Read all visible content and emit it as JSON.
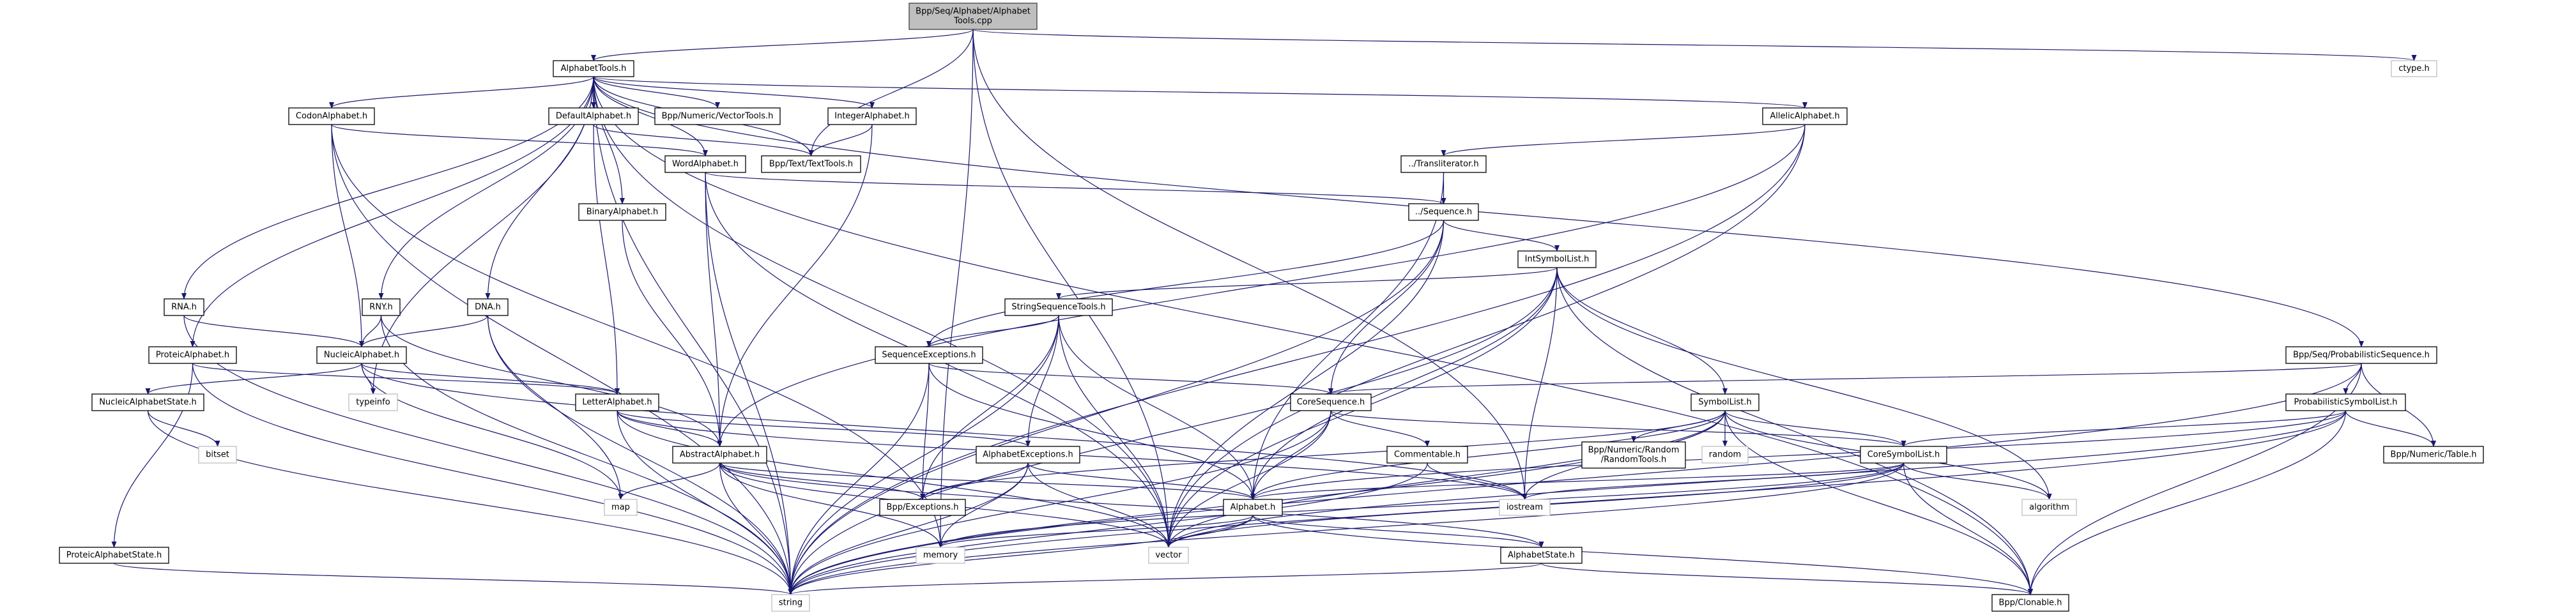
{
  "title": "Bpp/Seq/Alphabet/AlphabetTools.cpp include dependency graph",
  "colors": {
    "edge": "#191970",
    "root_fill": "#bfbfbf",
    "node_fill": "#ffffff",
    "node_border": "#000000",
    "external_border": "#bfbfbf"
  },
  "nodes": [
    {
      "id": "root",
      "label": [
        "Bpp/Seq/Alphabet/Alphabet",
        "Tools.cpp"
      ],
      "kind": "root"
    },
    {
      "id": "AlphabetTools",
      "label": [
        "AlphabetTools.h"
      ],
      "kind": "doc"
    },
    {
      "id": "CodonAlphabet",
      "label": [
        "CodonAlphabet.h"
      ],
      "kind": "doc"
    },
    {
      "id": "DefaultAlphabet",
      "label": [
        "DefaultAlphabet.h"
      ],
      "kind": "doc"
    },
    {
      "id": "VectorTools",
      "label": [
        "Bpp/Numeric/VectorTools.h"
      ],
      "kind": "doc"
    },
    {
      "id": "IntegerAlphabet",
      "label": [
        "IntegerAlphabet.h"
      ],
      "kind": "doc"
    },
    {
      "id": "WordAlphabet",
      "label": [
        "WordAlphabet.h"
      ],
      "kind": "doc"
    },
    {
      "id": "TextTools",
      "label": [
        "Bpp/Text/TextTools.h"
      ],
      "kind": "doc"
    },
    {
      "id": "BinaryAlphabet",
      "label": [
        "BinaryAlphabet.h"
      ],
      "kind": "doc"
    },
    {
      "id": "AllelicAlphabet",
      "label": [
        "AllelicAlphabet.h"
      ],
      "kind": "doc"
    },
    {
      "id": "Transliterator",
      "label": [
        "../Transliterator.h"
      ],
      "kind": "doc"
    },
    {
      "id": "Sequence",
      "label": [
        "../Sequence.h"
      ],
      "kind": "doc"
    },
    {
      "id": "IntSymbolList",
      "label": [
        "IntSymbolList.h"
      ],
      "kind": "doc"
    },
    {
      "id": "StringSequenceTools",
      "label": [
        "StringSequenceTools.h"
      ],
      "kind": "doc"
    },
    {
      "id": "SequenceExceptions",
      "label": [
        "SequenceExceptions.h"
      ],
      "kind": "doc"
    },
    {
      "id": "CoreSequence",
      "label": [
        "CoreSequence.h"
      ],
      "kind": "doc"
    },
    {
      "id": "SymbolList",
      "label": [
        "SymbolList.h"
      ],
      "kind": "doc"
    },
    {
      "id": "RNA",
      "label": [
        "RNA.h"
      ],
      "kind": "doc"
    },
    {
      "id": "RNY",
      "label": [
        "RNY.h"
      ],
      "kind": "doc"
    },
    {
      "id": "DNA",
      "label": [
        "DNA.h"
      ],
      "kind": "doc"
    },
    {
      "id": "ProteicAlphabet",
      "label": [
        "ProteicAlphabet.h"
      ],
      "kind": "doc"
    },
    {
      "id": "NucleicAlphabet",
      "label": [
        "NucleicAlphabet.h"
      ],
      "kind": "doc"
    },
    {
      "id": "NucleicAlphabetState",
      "label": [
        "NucleicAlphabetState.h"
      ],
      "kind": "doc"
    },
    {
      "id": "typeinfo",
      "label": [
        "typeinfo"
      ],
      "kind": "ext"
    },
    {
      "id": "LetterAlphabet",
      "label": [
        "LetterAlphabet.h"
      ],
      "kind": "doc"
    },
    {
      "id": "bitset",
      "label": [
        "bitset"
      ],
      "kind": "ext"
    },
    {
      "id": "map",
      "label": [
        "map"
      ],
      "kind": "ext"
    },
    {
      "id": "ProteicAlphabetState",
      "label": [
        "ProteicAlphabetState.h"
      ],
      "kind": "doc"
    },
    {
      "id": "AbstractAlphabet",
      "label": [
        "AbstractAlphabet.h"
      ],
      "kind": "doc"
    },
    {
      "id": "AlphabetExceptions",
      "label": [
        "AlphabetExceptions.h"
      ],
      "kind": "doc"
    },
    {
      "id": "Exceptions",
      "label": [
        "Bpp/Exceptions.h"
      ],
      "kind": "doc"
    },
    {
      "id": "Alphabet",
      "label": [
        "Alphabet.h"
      ],
      "kind": "doc"
    },
    {
      "id": "memory",
      "label": [
        "memory"
      ],
      "kind": "ext"
    },
    {
      "id": "vector",
      "label": [
        "vector"
      ],
      "kind": "ext"
    },
    {
      "id": "string",
      "label": [
        "string"
      ],
      "kind": "ext"
    },
    {
      "id": "Commentable",
      "label": [
        "Commentable.h"
      ],
      "kind": "doc"
    },
    {
      "id": "RandomTools",
      "label": [
        "Bpp/Numeric/Random",
        "/RandomTools.h"
      ],
      "kind": "doc"
    },
    {
      "id": "random",
      "label": [
        "random"
      ],
      "kind": "ext"
    },
    {
      "id": "CoreSymbolList",
      "label": [
        "CoreSymbolList.h"
      ],
      "kind": "doc"
    },
    {
      "id": "iostream",
      "label": [
        "iostream"
      ],
      "kind": "ext"
    },
    {
      "id": "AlphabetState",
      "label": [
        "AlphabetState.h"
      ],
      "kind": "doc"
    },
    {
      "id": "ctype",
      "label": [
        "ctype.h"
      ],
      "kind": "ext"
    },
    {
      "id": "ProbabilisticSequence",
      "label": [
        "Bpp/Seq/ProbabilisticSequence.h"
      ],
      "kind": "doc"
    },
    {
      "id": "ProbabilisticSymbolList",
      "label": [
        "ProbabilisticSymbolList.h"
      ],
      "kind": "doc"
    },
    {
      "id": "Table",
      "label": [
        "Bpp/Numeric/Table.h"
      ],
      "kind": "doc"
    },
    {
      "id": "algorithm",
      "label": [
        "algorithm"
      ],
      "kind": "ext"
    },
    {
      "id": "Clonable",
      "label": [
        "Bpp/Clonable.h"
      ],
      "kind": "doc"
    }
  ],
  "edges": [
    [
      "root",
      "AlphabetTools"
    ],
    [
      "root",
      "TextTools"
    ],
    [
      "root",
      "ctype"
    ],
    [
      "root",
      "memory"
    ],
    [
      "root",
      "iostream"
    ],
    [
      "root",
      "vector"
    ],
    [
      "AlphabetTools",
      "CodonAlphabet"
    ],
    [
      "AlphabetTools",
      "DefaultAlphabet"
    ],
    [
      "AlphabetTools",
      "VectorTools"
    ],
    [
      "AlphabetTools",
      "IntegerAlphabet"
    ],
    [
      "AlphabetTools",
      "WordAlphabet"
    ],
    [
      "AlphabetTools",
      "TextTools"
    ],
    [
      "AlphabetTools",
      "BinaryAlphabet"
    ],
    [
      "AlphabetTools",
      "AllelicAlphabet"
    ],
    [
      "AlphabetTools",
      "RNA"
    ],
    [
      "AlphabetTools",
      "RNY"
    ],
    [
      "AlphabetTools",
      "DNA"
    ],
    [
      "AlphabetTools",
      "ProteicAlphabet"
    ],
    [
      "AlphabetTools",
      "typeinfo"
    ],
    [
      "AlphabetTools",
      "vector"
    ],
    [
      "AlphabetTools",
      "ProbabilisticSequence"
    ],
    [
      "AlphabetTools",
      "string"
    ],
    [
      "AlphabetTools",
      "Clonable"
    ],
    [
      "CodonAlphabet",
      "WordAlphabet"
    ],
    [
      "CodonAlphabet",
      "NucleicAlphabet"
    ],
    [
      "CodonAlphabet",
      "memory"
    ],
    [
      "CodonAlphabet",
      "string"
    ],
    [
      "DefaultAlphabet",
      "LetterAlphabet"
    ],
    [
      "DefaultAlphabet",
      "TextTools"
    ],
    [
      "IntegerAlphabet",
      "TextTools"
    ],
    [
      "IntegerAlphabet",
      "AbstractAlphabet"
    ],
    [
      "WordAlphabet",
      "AbstractAlphabet"
    ],
    [
      "WordAlphabet",
      "Sequence"
    ],
    [
      "WordAlphabet",
      "string"
    ],
    [
      "WordAlphabet",
      "vector"
    ],
    [
      "BinaryAlphabet",
      "AbstractAlphabet"
    ],
    [
      "AllelicAlphabet",
      "Transliterator"
    ],
    [
      "AllelicAlphabet",
      "AbstractAlphabet"
    ],
    [
      "AllelicAlphabet",
      "vector"
    ],
    [
      "AllelicAlphabet",
      "string"
    ],
    [
      "Transliterator",
      "Sequence"
    ],
    [
      "Transliterator",
      "Alphabet"
    ],
    [
      "Sequence",
      "IntSymbolList"
    ],
    [
      "Sequence",
      "SequenceExceptions"
    ],
    [
      "Sequence",
      "CoreSequence"
    ],
    [
      "Sequence",
      "vector"
    ],
    [
      "Sequence",
      "string"
    ],
    [
      "IntSymbolList",
      "StringSequenceTools"
    ],
    [
      "IntSymbolList",
      "SymbolList"
    ],
    [
      "IntSymbolList",
      "Alphabet"
    ],
    [
      "IntSymbolList",
      "iostream"
    ],
    [
      "IntSymbolList",
      "algorithm"
    ],
    [
      "IntSymbolList",
      "vector"
    ],
    [
      "IntSymbolList",
      "string"
    ],
    [
      "IntSymbolList",
      "Clonable"
    ],
    [
      "StringSequenceTools",
      "SequenceExceptions"
    ],
    [
      "StringSequenceTools",
      "AlphabetExceptions"
    ],
    [
      "StringSequenceTools",
      "Exceptions"
    ],
    [
      "StringSequenceTools",
      "Alphabet"
    ],
    [
      "StringSequenceTools",
      "vector"
    ],
    [
      "StringSequenceTools",
      "string"
    ],
    [
      "SequenceExceptions",
      "CoreSequence"
    ],
    [
      "SequenceExceptions",
      "Exceptions"
    ],
    [
      "SequenceExceptions",
      "Alphabet"
    ],
    [
      "SequenceExceptions",
      "string"
    ],
    [
      "CoreSequence",
      "Commentable"
    ],
    [
      "CoreSequence",
      "CoreSymbolList"
    ],
    [
      "CoreSequence",
      "Alphabet"
    ],
    [
      "CoreSequence",
      "string"
    ],
    [
      "CoreSequence",
      "vector"
    ],
    [
      "SymbolList",
      "CoreSymbolList"
    ],
    [
      "SymbolList",
      "RandomTools"
    ],
    [
      "SymbolList",
      "random"
    ],
    [
      "SymbolList",
      "Alphabet"
    ],
    [
      "SymbolList",
      "iostream"
    ],
    [
      "SymbolList",
      "algorithm"
    ],
    [
      "SymbolList",
      "Exceptions"
    ],
    [
      "SymbolList",
      "vector"
    ],
    [
      "SymbolList",
      "string"
    ],
    [
      "SymbolList",
      "Clonable"
    ],
    [
      "RNA",
      "NucleicAlphabet"
    ],
    [
      "RNA",
      "string"
    ],
    [
      "RNY",
      "NucleicAlphabet"
    ],
    [
      "RNY",
      "AbstractAlphabet"
    ],
    [
      "RNY",
      "string"
    ],
    [
      "DNA",
      "NucleicAlphabet"
    ],
    [
      "DNA",
      "string"
    ],
    [
      "DNA",
      "map"
    ],
    [
      "ProteicAlphabet",
      "LetterAlphabet"
    ],
    [
      "ProteicAlphabet",
      "ProteicAlphabetState"
    ],
    [
      "ProteicAlphabet",
      "string"
    ],
    [
      "NucleicAlphabet",
      "NucleicAlphabetState"
    ],
    [
      "NucleicAlphabet",
      "typeinfo"
    ],
    [
      "NucleicAlphabet",
      "LetterAlphabet"
    ],
    [
      "NucleicAlphabet",
      "map"
    ],
    [
      "NucleicAlphabet",
      "iostream"
    ],
    [
      "NucleicAlphabetState",
      "bitset"
    ],
    [
      "NucleicAlphabetState",
      "string"
    ],
    [
      "LetterAlphabet",
      "AbstractAlphabet"
    ],
    [
      "LetterAlphabet",
      "AlphabetExceptions"
    ],
    [
      "LetterAlphabet",
      "string"
    ],
    [
      "LetterAlphabet",
      "vector"
    ],
    [
      "LetterAlphabet",
      "iostream"
    ],
    [
      "ProteicAlphabetState",
      "string"
    ],
    [
      "AbstractAlphabet",
      "map"
    ],
    [
      "AbstractAlphabet",
      "Exceptions"
    ],
    [
      "AbstractAlphabet",
      "Alphabet"
    ],
    [
      "AbstractAlphabet",
      "string"
    ],
    [
      "AbstractAlphabet",
      "vector"
    ],
    [
      "AbstractAlphabet",
      "memory"
    ],
    [
      "AbstractAlphabet",
      "AlphabetState"
    ],
    [
      "AlphabetExceptions",
      "Exceptions"
    ],
    [
      "AlphabetExceptions",
      "Alphabet"
    ],
    [
      "AlphabetExceptions",
      "vector"
    ],
    [
      "AlphabetExceptions",
      "memory"
    ],
    [
      "AlphabetExceptions",
      "string"
    ],
    [
      "Alphabet",
      "memory"
    ],
    [
      "Alphabet",
      "vector"
    ],
    [
      "Alphabet",
      "string"
    ],
    [
      "Alphabet",
      "AlphabetState"
    ],
    [
      "Alphabet",
      "Clonable"
    ],
    [
      "Commentable",
      "iostream"
    ],
    [
      "Commentable",
      "string"
    ],
    [
      "CoreSymbolList",
      "Alphabet"
    ],
    [
      "CoreSymbolList",
      "iostream"
    ],
    [
      "CoreSymbolList",
      "algorithm"
    ],
    [
      "CoreSymbolList",
      "vector"
    ],
    [
      "CoreSymbolList",
      "string"
    ],
    [
      "CoreSymbolList",
      "Clonable"
    ],
    [
      "CoreSymbolList",
      "memory"
    ],
    [
      "AlphabetState",
      "string"
    ],
    [
      "AlphabetState",
      "Clonable"
    ],
    [
      "ProbabilisticSequence",
      "ProbabilisticSymbolList"
    ],
    [
      "ProbabilisticSequence",
      "CoreSequence"
    ],
    [
      "ProbabilisticSequence",
      "Table"
    ],
    [
      "ProbabilisticSequence",
      "string"
    ],
    [
      "ProbabilisticSequence",
      "Clonable"
    ],
    [
      "ProbabilisticSymbolList",
      "CoreSymbolList"
    ],
    [
      "ProbabilisticSymbolList",
      "Table"
    ],
    [
      "ProbabilisticSymbolList",
      "Alphabet"
    ],
    [
      "ProbabilisticSymbolList",
      "vector"
    ],
    [
      "ProbabilisticSymbolList",
      "string"
    ],
    [
      "ProbabilisticSymbolList",
      "Clonable"
    ]
  ]
}
